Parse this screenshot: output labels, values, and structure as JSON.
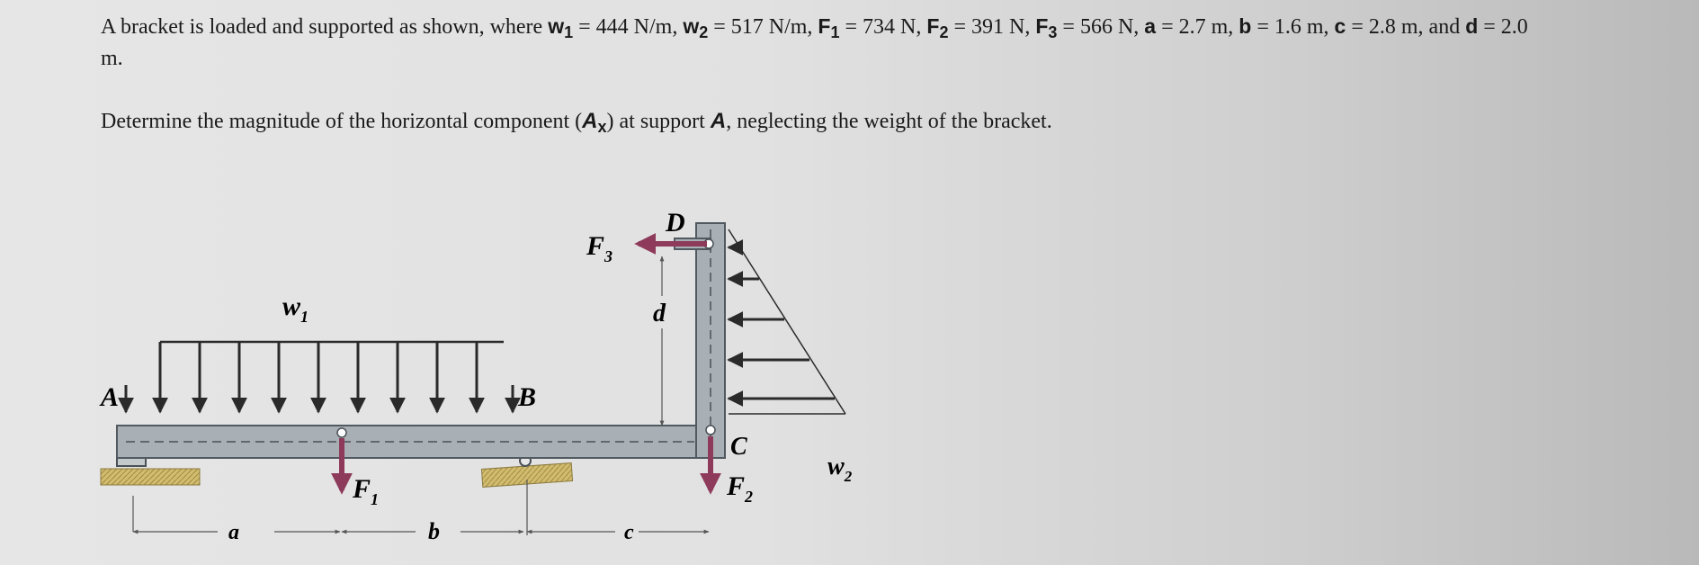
{
  "problem": {
    "intro": "A bracket is loaded and supported as shown, where",
    "w1_sym": "w",
    "w1_sub": "1",
    "w1_val": "= 444 N/m,",
    "w2_sym": "w",
    "w2_sub": "2",
    "w2_val": "= 517 N/m,",
    "F1_sym": "F",
    "F1_sub": "1",
    "F1_val": "= 734 N,",
    "F2_sym": "F",
    "F2_sub": "2",
    "F2_val": "= 391 N,",
    "F3_sym": "F",
    "F3_sub": "3",
    "F3_val": "= 566 N,",
    "a_sym": "a",
    "a_val": "= 2.7 m,",
    "b_sym": "b",
    "b_val": "= 1.6 m,",
    "c_sym": "c",
    "c_val": "= 2.8 m, and",
    "d_sym": "d",
    "d_val": "= 2.0",
    "unit_end": "m.",
    "question_pre": "Determine the magnitude of the horizontal component (",
    "Ax_sym": "A",
    "Ax_sub": "x",
    "question_mid": ") at support",
    "A_sym": "A",
    "question_post": ", neglecting the weight of the bracket."
  },
  "figure": {
    "label_A": "A",
    "label_B": "B",
    "label_C": "C",
    "label_D": "D",
    "label_w1": "w",
    "label_w1_sub": "1",
    "label_w2": "w",
    "label_w2_sub": "2",
    "label_F1": "F",
    "label_F1_sub": "1",
    "label_F2": "F",
    "label_F2_sub": "2",
    "label_F3": "F",
    "label_F3_sub": "3",
    "label_a": "a",
    "label_b": "b",
    "label_c": "c",
    "label_d": "d",
    "colors": {
      "beam": "#a9b0b5",
      "beam_edge": "#505a60",
      "force_arrow": "#8e3a5a",
      "support": "#c8b26a",
      "load_arrow": "#2a2a2a"
    }
  }
}
